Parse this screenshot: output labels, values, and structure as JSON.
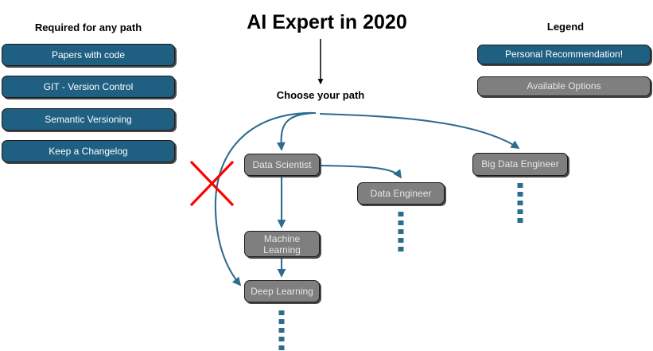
{
  "page": {
    "title": "AI Expert in 2020",
    "subtitle": "Choose your path"
  },
  "required": {
    "heading": "Required for any path",
    "items": [
      {
        "label": "Papers with code"
      },
      {
        "label": "GIT - Version Control"
      },
      {
        "label": "Semantic Versioning"
      },
      {
        "label": "Keep a Changelog"
      }
    ]
  },
  "legend": {
    "heading": "Legend",
    "items": [
      {
        "label": "Personal Recommendation!",
        "color": "#1f5f82"
      },
      {
        "label": "Available Options",
        "color": "#7f7f7f"
      }
    ]
  },
  "graph": {
    "nodes": [
      {
        "id": "data-scientist",
        "label": "Data Scientist"
      },
      {
        "id": "data-engineer",
        "label": "Data Engineer"
      },
      {
        "id": "big-data-engineer",
        "label": "Big Data Engineer"
      },
      {
        "id": "machine-learning",
        "label": "Machine Learning"
      },
      {
        "id": "deep-learning",
        "label": "Deep Learning"
      }
    ],
    "edge_color": "#2e6c8e",
    "blocked_marker_color": "#ff0000"
  },
  "colors": {
    "recommendation_blue": "#1f5f82",
    "option_gray": "#7f7f7f",
    "arrow_black": "#000000",
    "edge_blue": "#2e6c8e",
    "cross_red": "#ff0000"
  }
}
